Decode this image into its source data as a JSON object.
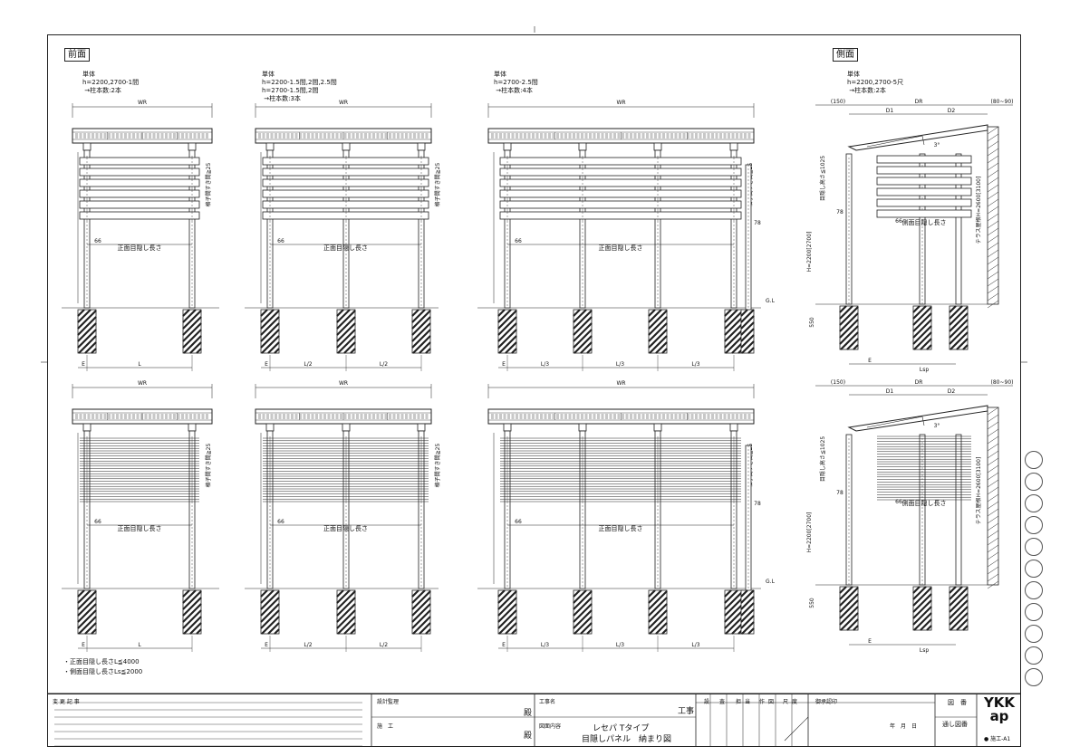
{
  "sections": {
    "front": "前面",
    "side": "側面"
  },
  "notes": [
    {
      "lines": [
        "単体",
        "h=2200,2700-1間",
        "→柱本数:2本"
      ]
    },
    {
      "lines": [
        "単体",
        "h=2200-1.5間,2間,2.5間",
        "h=2700-1.5間,2間",
        "→柱本数:3本"
      ]
    },
    {
      "lines": [
        "単体",
        "h=2700-2.5間",
        "→柱本数:4本"
      ]
    },
    {
      "lines": [
        "単体",
        "h=2200,2700-5尺",
        "→柱本数:2本"
      ]
    }
  ],
  "labels": {
    "wr": "WR",
    "front_len": "正面目隠し長さ",
    "side_len": "側面目隠し長さ",
    "gap": "格子間すき間≧25",
    "dim66": "66",
    "dim78": "78",
    "gl": "G.L",
    "e": "E",
    "l": "L",
    "l2": "L/2",
    "l3": "L/3",
    "lsp": "Lsp",
    "dim150": "(150)",
    "dr": "DR",
    "d1": "D1",
    "d2": "D2",
    "dim8090": "(80~90)",
    "h": "H=2200[2700]",
    "hide_h": "目隠し高さ≦1025",
    "terrace": "テラス屋根H=2600[3100]",
    "dim550": "550",
    "angle": "3°"
  },
  "footnotes": [
    "・正面目隠し長さL≦4000",
    "・側面目隠し長さLs≦2000"
  ],
  "titleblock": {
    "change_log": "変 更 記 事",
    "design_supervisor": "設計監理",
    "sama": "殿",
    "construction": "施　工",
    "project_name": "工事名",
    "kouji": "工事",
    "drawing_content": "図面内容",
    "title1": "レセパ Tタイプ",
    "title2": "目隠しパネル　納まり図",
    "cols": [
      "設",
      "査",
      "担",
      "当",
      "作",
      "図",
      "尺",
      "度"
    ],
    "approval": "御承認印",
    "date": "年　月　日",
    "zuban": "図　番",
    "tooshi": "通し図番",
    "logo": "YKK ap",
    "sheet": "● 施工-A1"
  }
}
